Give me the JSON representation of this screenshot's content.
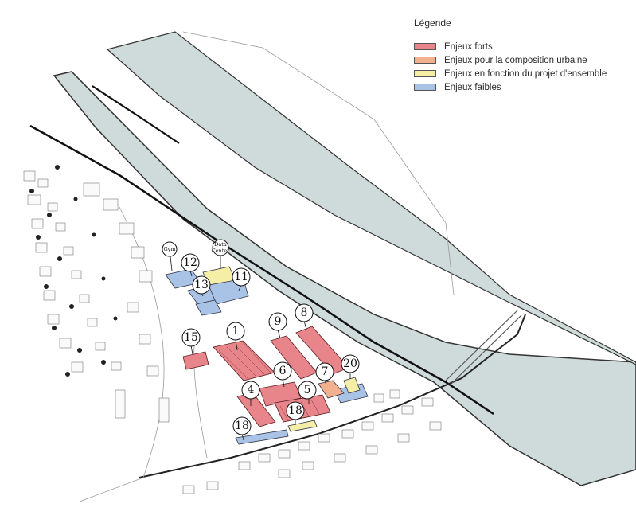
{
  "legend": {
    "title": "Légende",
    "items": [
      {
        "label": "Enjeux forts",
        "color": "#e8858a"
      },
      {
        "label": "Enjeux pour la composition urbaine",
        "color": "#f3b08f"
      },
      {
        "label": "Enjeux en fonction du projet d'ensemble",
        "color": "#f5eea6"
      },
      {
        "label": "Enjeux faibles",
        "color": "#a9c3e6"
      }
    ]
  },
  "markers": {
    "m1": "1",
    "m4": "4",
    "m5": "5",
    "m6": "6",
    "m7": "7",
    "m8": "8",
    "m9": "9",
    "m11": "11",
    "m12": "12",
    "m13": "13",
    "m15": "15",
    "m18a": "18",
    "m18b": "18",
    "m20": "20",
    "gym": "Gym",
    "data_line1": "Data",
    "data_line2": "Center"
  },
  "colors": {
    "river": "#cfdadb",
    "strong": "#e8858a",
    "composition": "#f3b08f",
    "project": "#f5eea6",
    "weak": "#a9c3e6"
  }
}
